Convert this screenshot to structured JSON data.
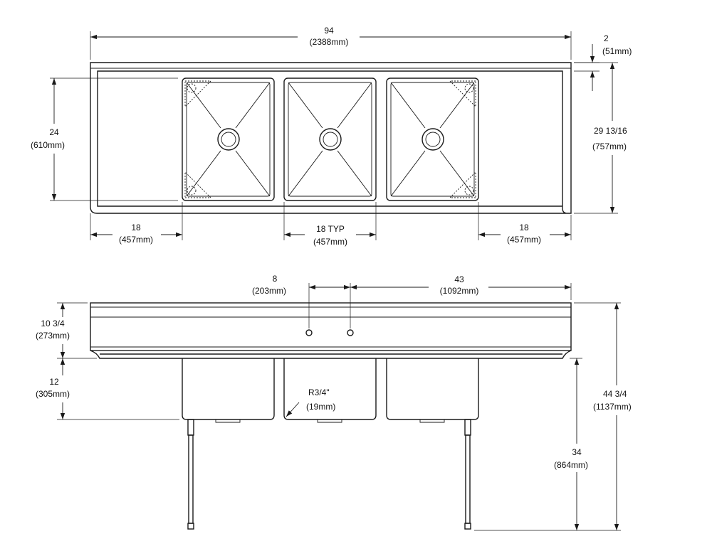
{
  "top_view": {
    "overall_width": {
      "value": "94",
      "metric": "(2388mm)"
    },
    "backsplash": {
      "value": "2",
      "metric": "(51mm)"
    },
    "overall_depth": {
      "value": "29 13/16",
      "metric": "(757mm)"
    },
    "bowl_depth": {
      "value": "24",
      "metric": "(610mm)"
    },
    "left_drainboard": {
      "value": "18",
      "metric": "(457mm)"
    },
    "bowl_width": {
      "value": "18 TYP",
      "metric": "(457mm)"
    },
    "right_drainboard": {
      "value": "18",
      "metric": "(457mm)"
    }
  },
  "front_view": {
    "faucet_spacing": {
      "value": "8",
      "metric": "(203mm)"
    },
    "faucet_to_end": {
      "value": "43",
      "metric": "(1092mm)"
    },
    "backsplash_height": {
      "value": "10 3/4",
      "metric": "(273mm)"
    },
    "bowl_height": {
      "value": "12",
      "metric": "(305mm)"
    },
    "corner_radius": {
      "value": "R3/4\"",
      "metric": "(19mm)"
    },
    "rim_height": {
      "value": "34",
      "metric": "(864mm)"
    },
    "overall_height": {
      "value": "44 3/4",
      "metric": "(1137mm)"
    }
  }
}
